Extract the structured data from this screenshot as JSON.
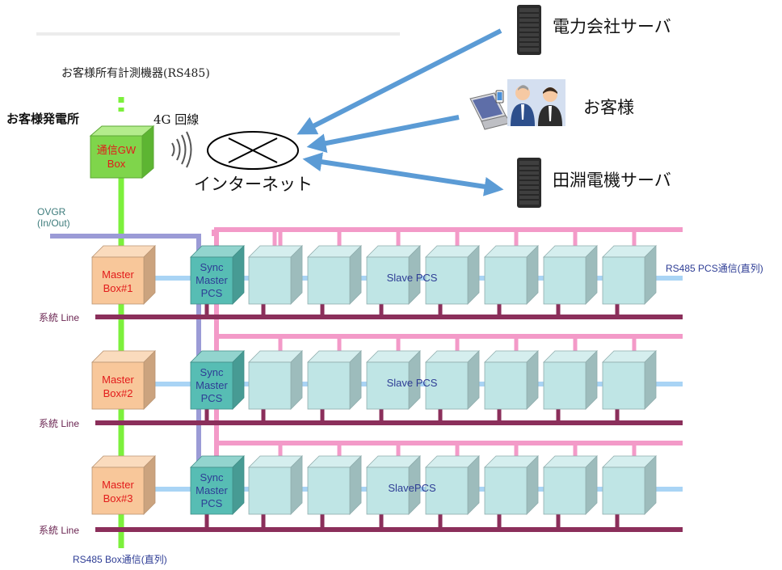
{
  "labels": {
    "customer_meter": "お客様所有計測機器(RS485)",
    "plant": "お客様発電所",
    "line_4g": "4G 回線",
    "internet": "インターネット",
    "ovgr_line1": "OVGR",
    "ovgr_line2": "(In/Out)",
    "rs485_pcs": "RS485 PCS通信(直列)",
    "rs485_box": "RS485 Box通信(直列)",
    "grid_line": "系統 Line"
  },
  "gw_box": {
    "line1": "通信GW",
    "line2": "Box"
  },
  "servers": [
    {
      "label": "電力会社サーバ"
    },
    {
      "label": "田淵電機サーバ"
    }
  ],
  "customer": {
    "label": "お客様"
  },
  "rows": [
    {
      "master_line1": "Master",
      "master_line2": "Box#1",
      "sync_line1": "Sync",
      "sync_line2": "Master",
      "sync_line3": "PCS",
      "slave_label": "Slave PCS"
    },
    {
      "master_line1": "Master",
      "master_line2": "Box#2",
      "sync_line1": "Sync",
      "sync_line2": "Master",
      "sync_line3": "PCS",
      "slave_label": "Slave PCS"
    },
    {
      "master_line1": "Master",
      "master_line2": "Box#3",
      "sync_line1": "Sync",
      "sync_line2": "Master",
      "sync_line3": "PCS",
      "slave_label": "SlavePCS"
    }
  ],
  "colors": {
    "rs485_box_bus": "#7CF03C",
    "ovgr_line": "#9B9BD6",
    "pink_bus": "#F39AC8",
    "blue_bus": "#A9D4F5",
    "grid_line": "#8B2F5B",
    "master_box": "#F8C79A",
    "sync_box": "#57BDB4",
    "slave_box": "#BFE5E5",
    "gw_box": "#7FD54B",
    "arrow": "#5B9BD5",
    "label_red": "#E21B1B",
    "label_navy": "#2E3D95",
    "label_teal": "#3E7C7C",
    "label_plum": "#6B2652"
  }
}
